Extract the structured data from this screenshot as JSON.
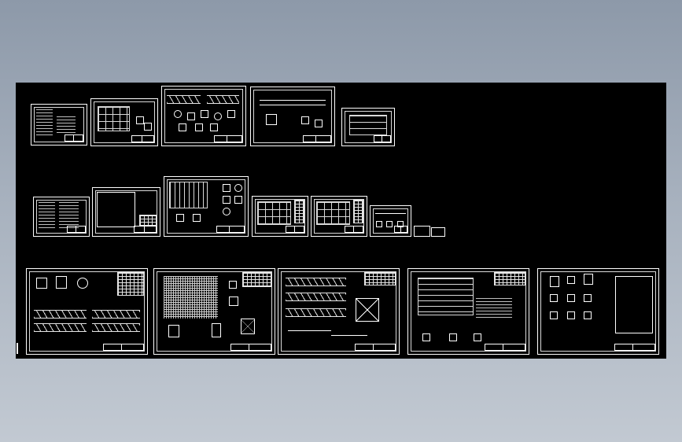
{
  "canvas": {
    "background_color": "#000000",
    "line_color": "#ffffff"
  },
  "rows": [
    {
      "name": "top-row",
      "sheet_count": 5
    },
    {
      "name": "middle-row",
      "sheet_count": 8
    },
    {
      "name": "bottom-row",
      "sheet_count": 5
    }
  ],
  "icons": [
    "ucs-icon"
  ]
}
